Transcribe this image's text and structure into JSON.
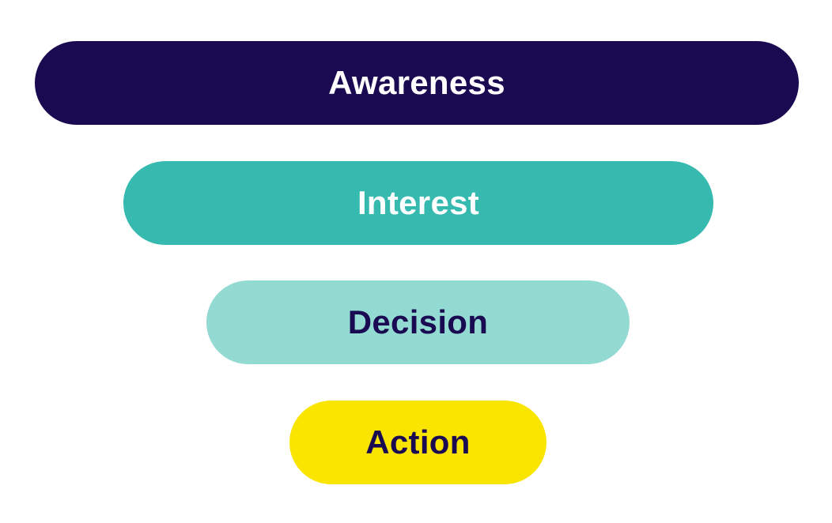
{
  "funnel": {
    "stages": [
      {
        "label": "Awareness",
        "bg_color": "#1a0a52",
        "text_color": "#ffffff"
      },
      {
        "label": "Interest",
        "bg_color": "#36bab0",
        "text_color": "#ffffff"
      },
      {
        "label": "Decision",
        "bg_color": "#93dbd2",
        "text_color": "#1a0a52"
      },
      {
        "label": "Action",
        "bg_color": "#fae500",
        "text_color": "#1a0a52"
      }
    ]
  }
}
